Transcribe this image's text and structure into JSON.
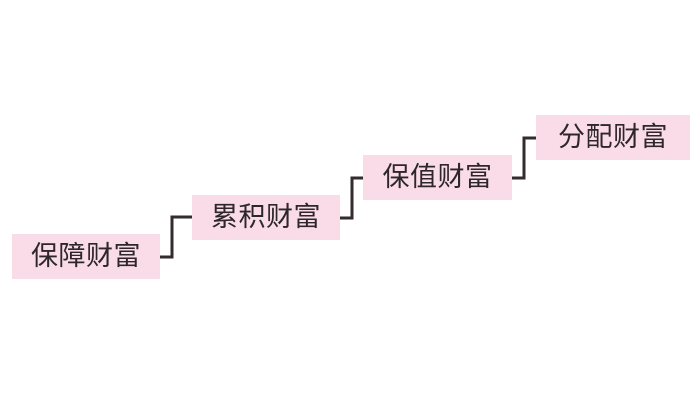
{
  "diagram": {
    "type": "ascending-staircase",
    "background_color": "#ffffff",
    "node_fill_color": "#fadce8",
    "text_color": "#2e2729",
    "connector_color": "#332b2e",
    "steps": [
      {
        "index": 1,
        "label": "保障财富"
      },
      {
        "index": 2,
        "label": "累积财富"
      },
      {
        "index": 3,
        "label": "保值财富"
      },
      {
        "index": 4,
        "label": "分配财富"
      }
    ],
    "connectors": [
      {
        "from": "保障财富",
        "to": "累积财富",
        "shape": "elbow-step-up"
      },
      {
        "from": "累积财富",
        "to": "保值财富",
        "shape": "elbow-step-up"
      },
      {
        "from": "保值财富",
        "to": "分配财富",
        "shape": "elbow-step-up"
      }
    ]
  }
}
